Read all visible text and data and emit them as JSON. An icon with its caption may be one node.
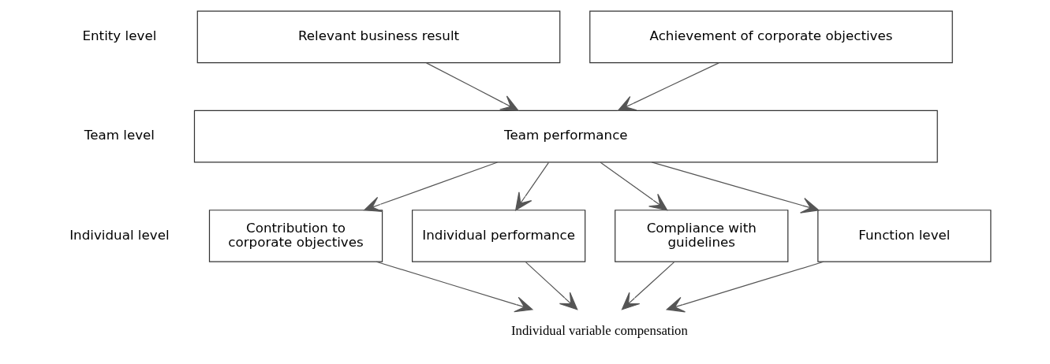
{
  "diagram": {
    "nodes": [
      {
        "text": [
          "Relevant business result"
        ]
      },
      {
        "text": [
          "Achievement of corporate objectives"
        ]
      },
      {
        "text": [
          "Team performance"
        ]
      },
      {
        "text": [
          "Contribution to corporate objectives"
        ]
      },
      {
        "text": [
          "Individual performance"
        ]
      },
      {
        "text": [
          "Compliance with guidelines"
        ]
      },
      {
        "text": [
          "Function level"
        ]
      },
      {
        "text": [
          "Individual variable compensation"
        ]
      }
    ],
    "edges": [
      {
        "from": 0,
        "to": 2,
        "arrow": "to"
      },
      {
        "from": 1,
        "to": 2,
        "arrow": "to"
      },
      {
        "from": 2,
        "to": 3,
        "arrow": "to"
      },
      {
        "from": 2,
        "to": 4,
        "arrow": "to"
      },
      {
        "from": 2,
        "to": 5,
        "arrow": "to"
      },
      {
        "from": 2,
        "to": 6,
        "arrow": "to"
      },
      {
        "from": 3,
        "to": 7,
        "arrow": "to"
      },
      {
        "from": 4,
        "to": 7,
        "arrow": "to"
      },
      {
        "from": 5,
        "to": 7,
        "arrow": "to"
      },
      {
        "from": 6,
        "to": 7,
        "arrow": "to"
      }
    ],
    "labels": [
      "Entity level",
      "Team level",
      "Individual level"
    ]
  }
}
